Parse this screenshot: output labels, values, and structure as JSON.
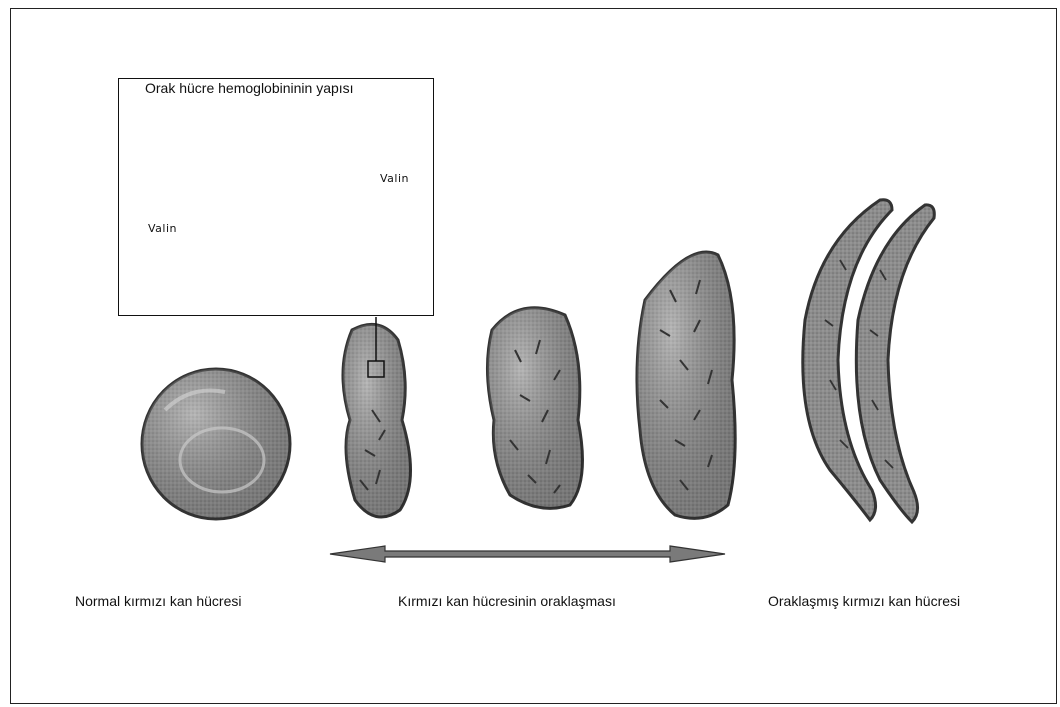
{
  "inset": {
    "title": "Orak hücre hemoglobininin yapısı",
    "label_valin_1": "Valin",
    "label_valin_2": "Valin"
  },
  "captions": {
    "normal": "Normal kırmızı kan hücresi",
    "process": "Kırmızı kan hücresinin oraklaşması",
    "sickled": "Oraklaşmış kırmızı kan hücresi"
  },
  "colors": {
    "cell_fill": "#8a8a8a",
    "cell_edge": "#3a3a3a",
    "protein": "#555555"
  }
}
